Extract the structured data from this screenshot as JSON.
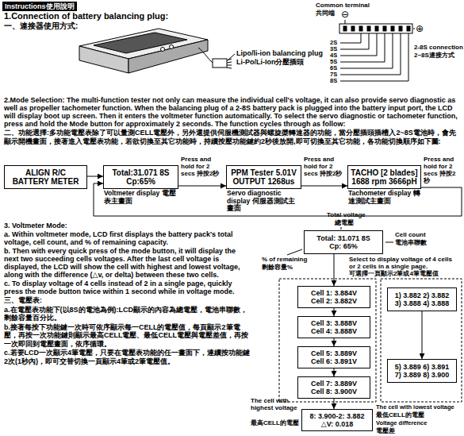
{
  "diagram": {
    "nodes": [
      {
        "text": [
          "ALIGN R/C",
          "BATTERY METER"
        ]
      },
      {
        "text": [
          "Total:31.071 8S",
          "Cp:65%",
          "Voltmeter display 電壓表主畫面"
        ]
      },
      {
        "text": [
          "PPM Tester 5.01V",
          "OUTPUT 1268us",
          "Servo diagnostic display 伺服器測試主畫面"
        ]
      },
      {
        "text": [
          "TACHO [2 blades]",
          "1688 rpm 3666pH",
          "Tachometer display 轉速測試主畫面"
        ]
      },
      {
        "text": [
          "Total: 31.071 8S",
          "Cp: 65%"
        ]
      },
      {
        "text": [
          "Cell 1: 3.884V",
          "Cell 2: 3.882V"
        ]
      },
      {
        "text": [
          "Cell 3: 3.888V",
          "Cell 4: 3.888V"
        ]
      },
      {
        "text": [
          "Cell 5: 3.889V",
          "Cell 6: 3.891V"
        ]
      },
      {
        "text": [
          "Cell 7: 3.889V",
          "Cell 8: 3.900V"
        ]
      },
      {
        "text": [
          "8: 3.900-2: 3.882",
          "△V: 0.018"
        ]
      },
      {
        "text": [
          "1) 3.882 2) 3.882",
          "3) 3.888 4) 3.888"
        ]
      },
      {
        "text": [
          "5) 3.889 6) 3.891",
          "7) 3.889 8) 3.900"
        ]
      }
    ],
    "edges": [
      {
        "from": 0,
        "to": 1,
        "arrow": "to"
      },
      {
        "from": 1,
        "to": 2,
        "arrow": "to",
        "label": "Press and hold for 2 secs 持按2秒"
      },
      {
        "from": 2,
        "to": 3,
        "arrow": "to",
        "label": "Press and hold for 2 secs 持按2秒"
      },
      {
        "from": 3,
        "to": 1,
        "arrow": "to",
        "label": "Press and hold for 2 secs 持按2秒"
      },
      {
        "from": 4,
        "to": 5,
        "arrow": "to"
      },
      {
        "from": 5,
        "to": 6,
        "arrow": "to"
      },
      {
        "from": 6,
        "to": 7,
        "arrow": "to"
      },
      {
        "from": 7,
        "to": 8,
        "arrow": "to"
      },
      {
        "from": 8,
        "to": 9,
        "arrow": "to"
      },
      {
        "from": 10,
        "to": 11,
        "arrow": "to"
      }
    ],
    "labels": [
      "Instructions使用說明",
      "1.Connection of battery balancing plug:",
      "一、連接器使用方式:",
      "Lipo/li-ion balancing plug",
      "Li-Po/Li-Ion分壓插頭",
      "Common terminal",
      "共同端",
      "⊖",
      "⊕",
      "2S",
      "3S",
      "4S",
      "5S",
      "6S",
      "7S",
      "8S",
      "2-8S connection",
      "2~8S連接方式",
      "2.Mode Selection: The multi-function tester not only can measure the individual cell's voltage, it can also provide servo diagnostic as well as propeller tachometer function. When the balancing plug of a 2-8S battery pack is plugged into the battery input port, the LCD will display boot up screen. Then it enters the voltmeter function automatically. To select the servo diagnostic or tachometer function, press and hold the Mode button for approximately 2 seconds. The function cycles through as follow:",
      "二、功能選擇:多功能電壓表除了可以量測CELL電壓外，另外還提供伺服機測試器與螺旋槳轉速器的功能，當分壓插頭插槽入2~8S電池時，會先顯示開機畫面，接著進入電壓表功能，若欲切換至其它功能時，持續按壓功能鍵約2秒後放開,即可切換至其它功能，各功能切換順序如下圖:",
      "3. Voltmeter Mode:",
      "a. Within voltmeter mode, LCD first displays the battery pack's total voltage, cell count, and % of remaining capacity.",
      "b. Then with every quick press of the mode button, it will display the next two succeeding cells voltages. After the last cell voltage is displayed, the LCD will show the cell with highest and lowest voltage, along with the difference (△v, or delta) between these two cells.",
      "c. To display voltage of 4 cells instead of 2 in a single page, quickly press the mode button twice within 1 second while in voltage mode.",
      "三、電壓表:",
      "a.在電壓表功能下(以8S的電池為例):LCD顯示的內容為總電壓，電池串聯數，剩餘容量百分比。",
      "b.接著每按下功能鍵一次時可依序顯示每一CELL的電壓值，每頁顯示2筆電壓，再按一次功能鍵則顯示最高CELL電壓、最低CELL電壓與電壓差值，再按一次即回到電壓畫面，依序循環。",
      "c.若要LCD一次顯示4筆電壓，只要在電壓表功能的任一畫面下，連續按功能鍵2次(1秒內)，即可交替切換一頁顯示4筆或2筆電壓值。",
      "Total voltage",
      "總電壓",
      "Cell count",
      "電池串聯數",
      "% of remaining",
      "剩餘容量%",
      "Select to display voltage of 4 cells or 2 cells in a single page.",
      "可選擇一頁顯示2筆或4筆電壓值",
      "The cell with highest voltage",
      "最高CELL的電壓",
      "The cell with lowest voltage",
      "最低CELL的電壓",
      "Voltage difference",
      "電壓差"
    ]
  }
}
